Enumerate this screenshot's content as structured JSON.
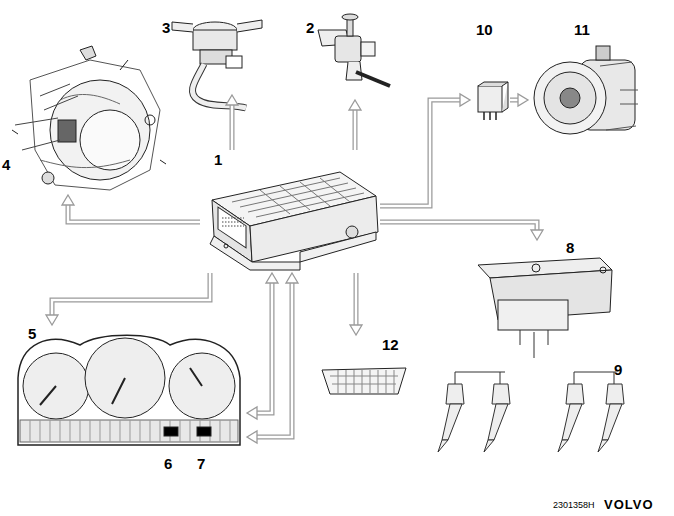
{
  "diagram": {
    "nodes": [
      {
        "text": [
          "1"
        ]
      },
      {
        "text": [
          "2"
        ]
      },
      {
        "text": [
          "3"
        ]
      },
      {
        "text": [
          "4"
        ]
      },
      {
        "text": [
          "5"
        ]
      },
      {
        "text": [
          "6"
        ],
        "in": 4
      },
      {
        "text": [
          "7"
        ],
        "in": 4
      },
      {
        "text": [
          "8"
        ]
      },
      {
        "text": [
          "9"
        ]
      },
      {
        "text": [
          "10"
        ]
      },
      {
        "text": [
          "11"
        ]
      },
      {
        "text": [
          "12"
        ]
      }
    ],
    "edges": [
      {
        "from": 0,
        "to": 2,
        "arrow": "to"
      },
      {
        "from": 0,
        "to": 1,
        "arrow": "to"
      },
      {
        "from": 0,
        "to": 9,
        "arrow": "to"
      },
      {
        "from": 9,
        "to": 10,
        "arrow": "to"
      },
      {
        "from": 0,
        "to": 7,
        "arrow": "to"
      },
      {
        "from": 7,
        "to": 8,
        "arrow": "none"
      },
      {
        "from": 0,
        "to": 11,
        "arrow": "to"
      },
      {
        "from": 0,
        "to": 3,
        "arrow": "to"
      },
      {
        "from": 0,
        "to": 4,
        "arrow": "to"
      },
      {
        "from": 0,
        "to": 4,
        "arrow": "both"
      },
      {
        "from": 0,
        "to": 4,
        "arrow": "both"
      }
    ],
    "labels": [
      "2301358H",
      "VOLVO"
    ]
  }
}
